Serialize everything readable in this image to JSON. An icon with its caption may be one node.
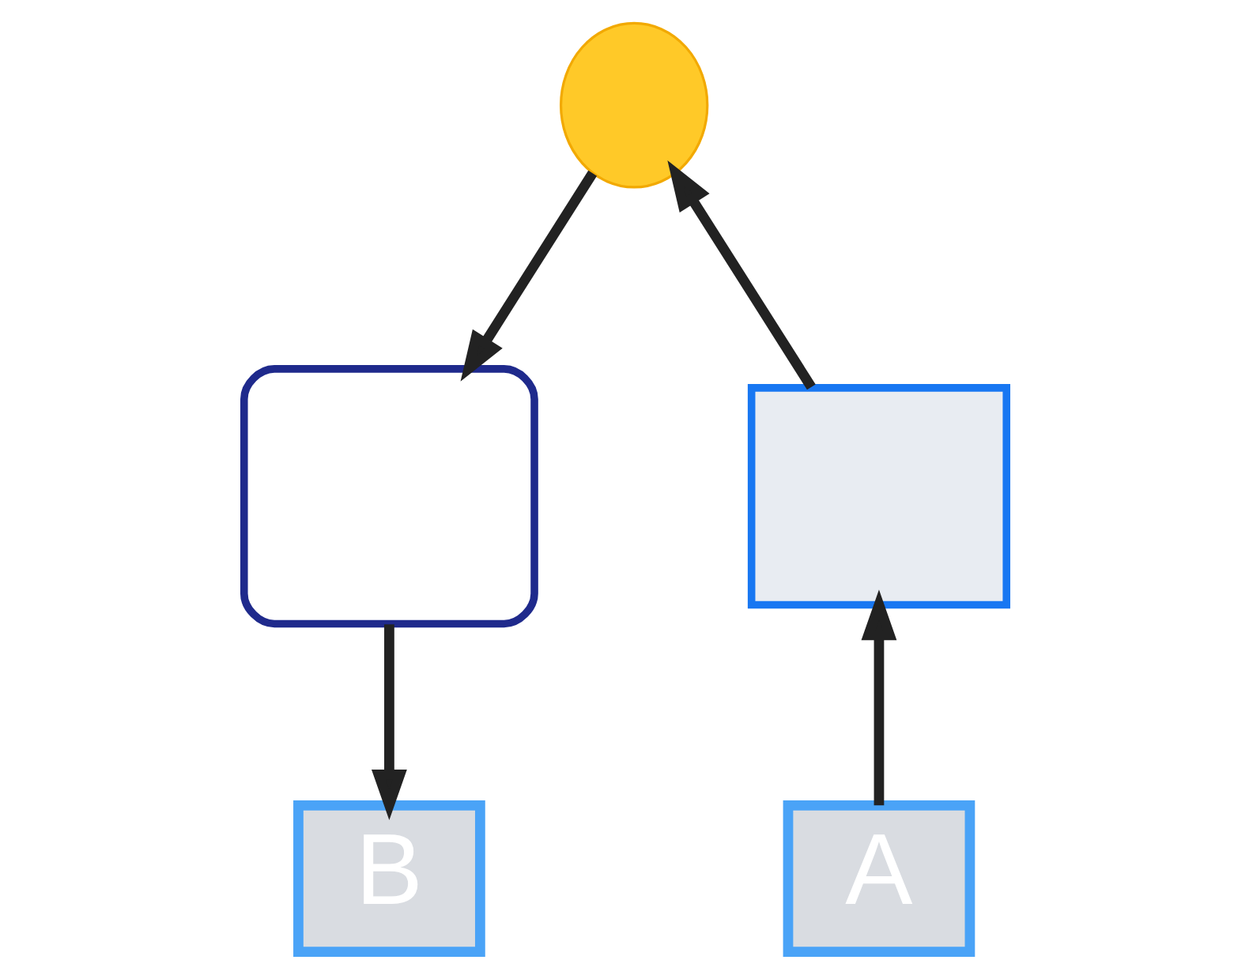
{
  "diagram": {
    "nodes": [
      {
        "text": [],
        "shape": "lightbulb"
      },
      {
        "text": [],
        "shape": "chart"
      },
      {
        "text": [],
        "shape": "table"
      },
      {
        "text": [
          "A"
        ]
      },
      {
        "text": [
          "B"
        ]
      }
    ],
    "edges": [
      {
        "from": 0,
        "to": 2,
        "arrow": "to"
      },
      {
        "from": 2,
        "to": 4,
        "arrow": "to"
      },
      {
        "from": 3,
        "to": 1,
        "arrow": "to"
      },
      {
        "from": 1,
        "to": 0,
        "arrow": "to"
      }
    ]
  }
}
